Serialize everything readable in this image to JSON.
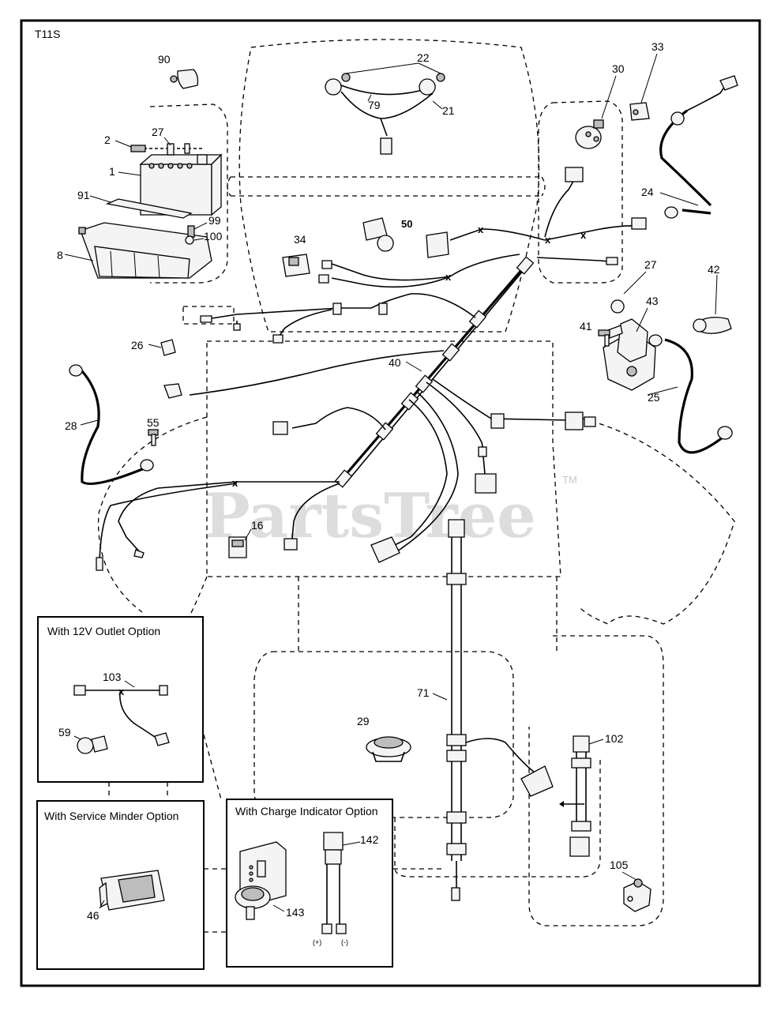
{
  "diagram": {
    "code": "T11S",
    "watermark": "PartsTree",
    "watermark_tm": "TM",
    "labels": {
      "p1": "1",
      "p2": "2",
      "p8": "8",
      "p16": "16",
      "p21": "21",
      "p22": "22",
      "p24": "24",
      "p25": "25",
      "p26": "26",
      "p27a": "27",
      "p27b": "27",
      "p28": "28",
      "p29": "29",
      "p30": "30",
      "p33": "33",
      "p34": "34",
      "p40": "40",
      "p41": "41",
      "p42": "42",
      "p43": "43",
      "p46": "46",
      "p50": "50",
      "p55": "55",
      "p59": "59",
      "p71": "71",
      "p79": "79",
      "p90": "90",
      "p91": "91",
      "p99": "99",
      "p100": "100",
      "p102": "102",
      "p103": "103",
      "p105": "105",
      "p142": "142",
      "p143": "143"
    },
    "options": {
      "outlet_title": "With 12V Outlet Option",
      "minder_title": "With Service Minder Option",
      "charge_title": "With Charge Indicator Option",
      "plus": "(+)",
      "minus": "(-)"
    }
  }
}
